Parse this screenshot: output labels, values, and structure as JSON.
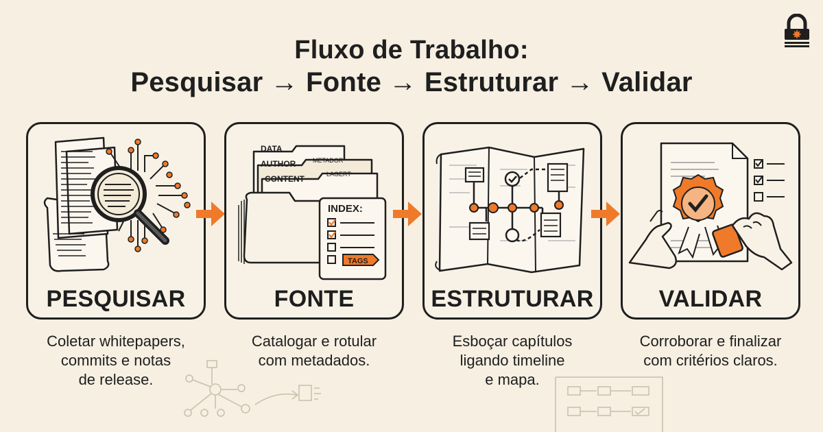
{
  "title_line1": "Fluxo de Trabalho:",
  "title_line2": "Pesquisar → Fonte → Estruturar → Validar",
  "accent_color": "#ef7a2a",
  "ink_color": "#1f1f1f",
  "background_color": "#f6efe2",
  "logo_icon": "padlock-icon",
  "steps": [
    {
      "title": "PESQUISAR",
      "icon": "magnifier-documents-icon",
      "caption_lines": [
        "Coletar whitepapers,",
        "commits e notas",
        "de release."
      ]
    },
    {
      "title": "FONTE",
      "icon": "file-folders-icon",
      "caption_lines": [
        "Catalogar e rotular",
        "com metadados."
      ],
      "folder_tabs": [
        "DATA",
        "AUTHOR",
        "CONTENT",
        "METADOR",
        "LAGERT"
      ],
      "index_card": {
        "heading": "INDEX:",
        "tag": "TAGS"
      }
    },
    {
      "title": "ESTRUTURAR",
      "icon": "map-flowchart-icon",
      "caption_lines": [
        "Esboçar capítulos",
        "ligando timeline",
        "e mapa."
      ]
    },
    {
      "title": "VALIDAR",
      "icon": "certificate-stamp-icon",
      "caption_lines": [
        "Corroborar e finalizar",
        "com critérios claros."
      ]
    }
  ]
}
